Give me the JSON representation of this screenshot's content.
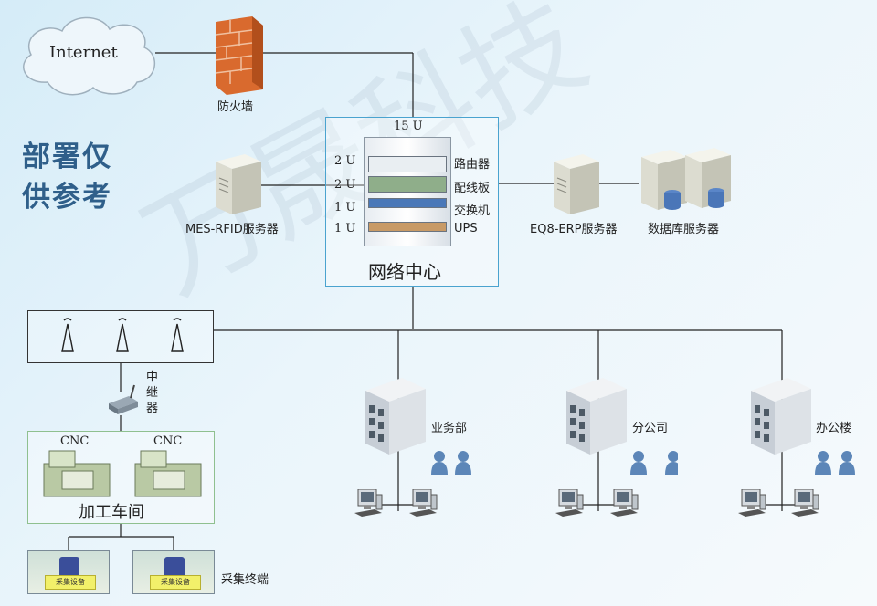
{
  "note": {
    "line1": "部署仅",
    "line2": "供参考"
  },
  "watermark": "万晟科技",
  "internet": {
    "label": "Internet"
  },
  "firewall": {
    "label": "防火墙"
  },
  "network_center": {
    "title": "网络中心",
    "capacity": "15 U",
    "devices": [
      {
        "units": "2 U",
        "name": "路由器"
      },
      {
        "units": "2 U",
        "name": "配线板"
      },
      {
        "units": "1 U",
        "name": "交换机"
      },
      {
        "units": "1 U",
        "name": "UPS"
      }
    ]
  },
  "servers": {
    "mes": "MES-RFID服务器",
    "erp": "EQ8-ERP服务器",
    "db": "数据库服务器"
  },
  "repeater": {
    "label": "中继器"
  },
  "workshop": {
    "title": "加工车间",
    "cnc1": "CNC",
    "cnc2": "CNC"
  },
  "terminals": {
    "label": "采集终端",
    "plate": "采集设备"
  },
  "buildings": [
    {
      "name": "业务部"
    },
    {
      "name": "分公司"
    },
    {
      "name": "办公楼"
    }
  ]
}
